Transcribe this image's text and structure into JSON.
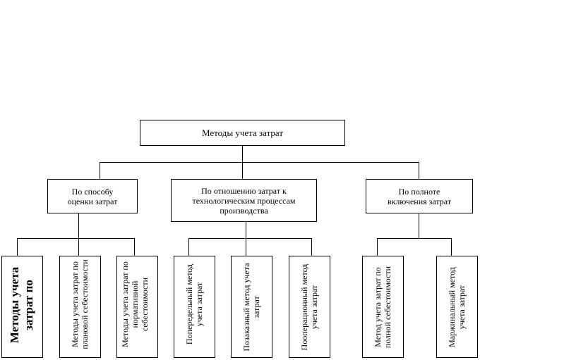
{
  "root": "Методы учета затрат",
  "groups": [
    "По способу оценки затрат",
    "По отношению затрат к технологическим процессам производства",
    "По полноте включения затрат"
  ],
  "leaves": [
    "Методы учета затрат по",
    "Методы учета затрат по плановой себестоимости",
    "Методы учета затрат по нормативной себестоимости",
    "Попередельный метод учета затрат",
    "Позаказный метод учета затрат",
    "Пооперационный метод учета затрат",
    "Метод учета затрат по полной себестоимости",
    "Маржинальный метод учета затрат"
  ]
}
